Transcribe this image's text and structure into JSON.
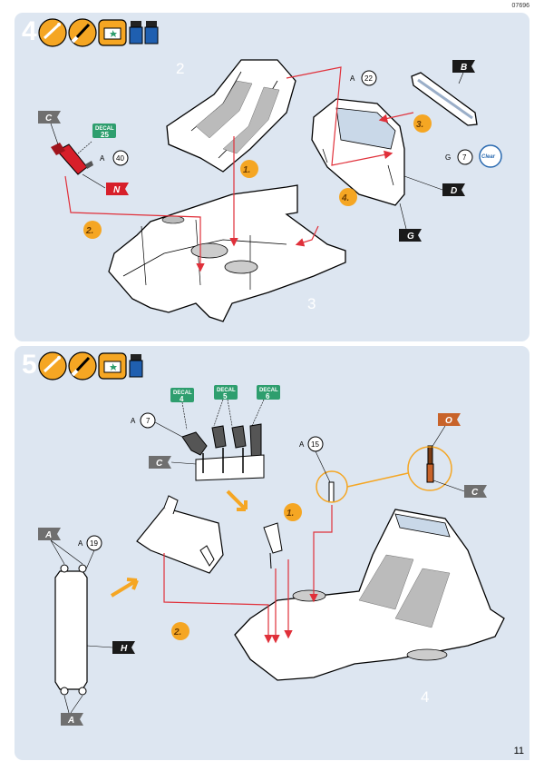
{
  "page": {
    "catalog_number": "07696",
    "page_number": "11"
  },
  "colors": {
    "panel_bg": "#dde6f1",
    "arrow_red": "#e0303a",
    "step_orange": "#f5a623",
    "decal_green": "#2e9e6e",
    "flag_black": "#1a1a1a",
    "flag_gray": "#6f6f6f",
    "paint_red": "#d71f2a",
    "paint_brown": "#c8632a"
  },
  "step4": {
    "number": "4",
    "icons": [
      "glue-tube-icon",
      "paint-brush-icon",
      "decal-sheet-icon",
      "paint-pot-icon"
    ],
    "parts": {
      "seat": "2",
      "chassis": "3"
    },
    "refs": [
      {
        "letter": "A",
        "num": "22"
      },
      {
        "letter": "A",
        "num": "40"
      },
      {
        "letter": "G",
        "num": "7"
      }
    ],
    "flags": {
      "b": "B",
      "c": "C",
      "n": "N",
      "d": "D",
      "g": "G"
    },
    "decal": {
      "label": "DECAL",
      "num": "25"
    },
    "clear_label": "Clear",
    "steps": [
      "1.",
      "2.",
      "3.",
      "4."
    ]
  },
  "step5": {
    "number": "5",
    "icons": [
      "glue-tube-icon",
      "paint-brush-icon",
      "decal-sheet-icon",
      "paint-pot-icon"
    ],
    "parts": {
      "tub": "4"
    },
    "refs": [
      {
        "letter": "A",
        "num": "7"
      },
      {
        "letter": "A",
        "num": "15"
      },
      {
        "letter": "A",
        "num": "19"
      }
    ],
    "flags": {
      "c1": "C",
      "o": "O",
      "c2": "C",
      "a1": "A",
      "h": "H",
      "a2": "A"
    },
    "decals": [
      {
        "label": "DECAL",
        "num": "4"
      },
      {
        "label": "DECAL",
        "num": "5"
      },
      {
        "label": "DECAL",
        "num": "6"
      }
    ],
    "steps": [
      "1.",
      "2."
    ]
  }
}
